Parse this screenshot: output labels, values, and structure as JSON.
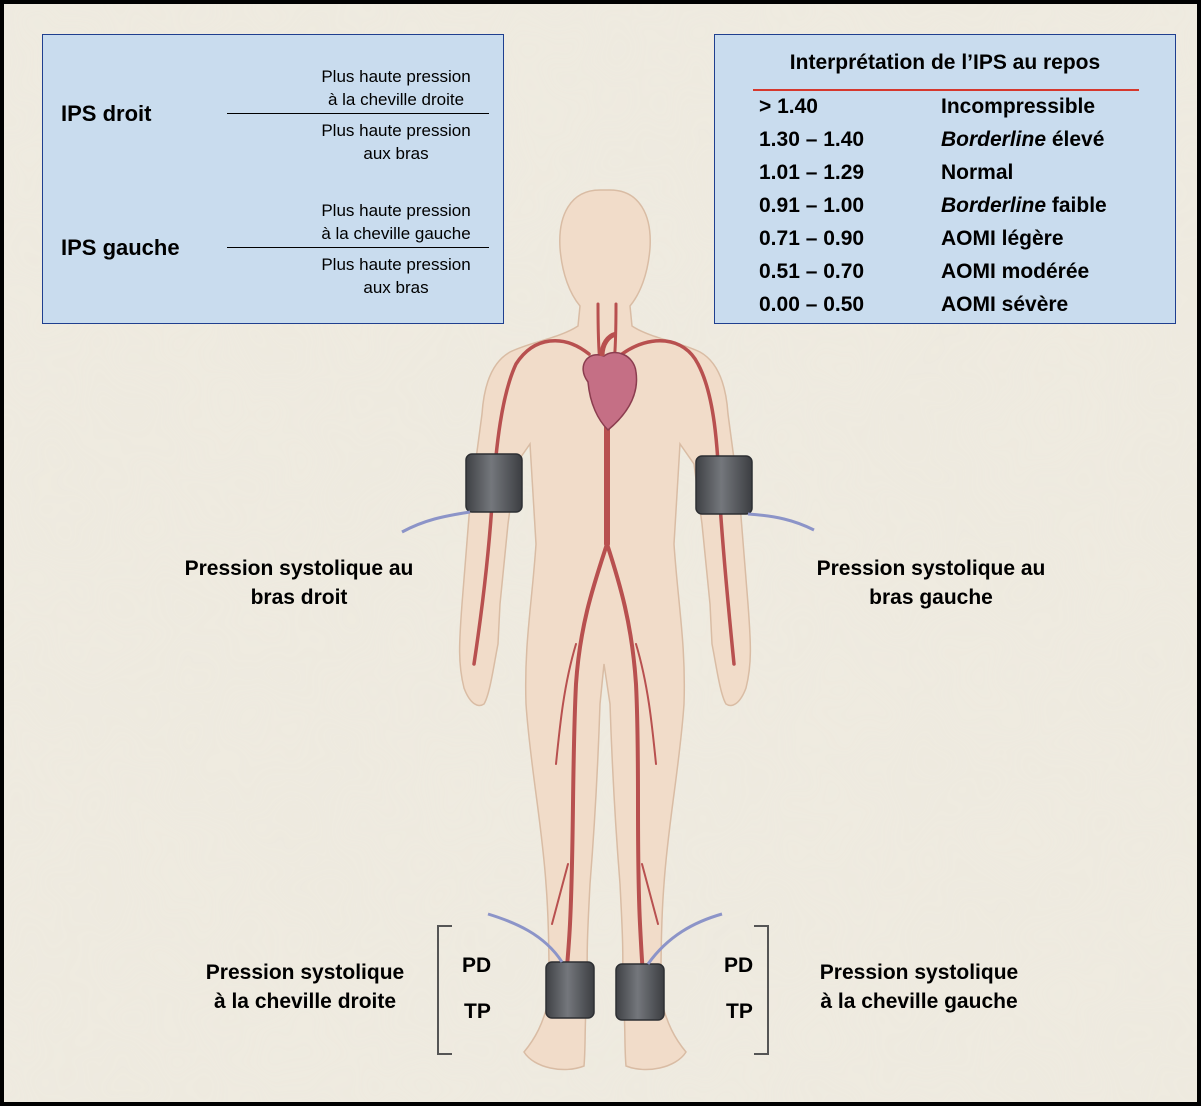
{
  "formula_box": {
    "right": {
      "label": "IPS droit",
      "numerator": [
        "Plus haute pression",
        "à la cheville droite"
      ],
      "denominator": [
        "Plus haute pression",
        "aux bras"
      ]
    },
    "left": {
      "label": "IPS gauche",
      "numerator": [
        "Plus haute pression",
        "à la cheville gauche"
      ],
      "denominator": [
        "Plus haute pression",
        "aux bras"
      ]
    }
  },
  "interpretation": {
    "title": "Interprétation de l’IPS au repos",
    "rows": [
      {
        "range": "> 1.40",
        "label": "Incompressible"
      },
      {
        "range": "1.30 – 1.40",
        "label_em": "Borderline",
        "label": " élevé"
      },
      {
        "range": "1.01 – 1.29",
        "label": "Normal"
      },
      {
        "range": "0.91 – 1.00",
        "label_em": "Borderline",
        "label": " faible"
      },
      {
        "range": "0.71 – 0.90",
        "label": "AOMI légère"
      },
      {
        "range": "0.51 – 0.70",
        "label": "AOMI modérée"
      },
      {
        "range": "0.00 – 0.50",
        "label": "AOMI sévère"
      }
    ]
  },
  "captions": {
    "arm_right": [
      "Pression systolique au",
      "bras droit"
    ],
    "arm_left": [
      "Pression systolique au",
      "bras gauche"
    ],
    "ankle_right": [
      "Pression systolique",
      "à la cheville droite"
    ],
    "ankle_left": [
      "Pression systolique",
      "à la cheville gauche"
    ]
  },
  "ankle_labels": {
    "right": {
      "top": "PD",
      "bottom": "TP"
    },
    "left": {
      "top": "PD",
      "bottom": "TP"
    }
  },
  "colors": {
    "box_fill": "#c9dcee",
    "box_border": "#1f3f8f",
    "title_rule": "#d6382d",
    "background": "#efebe0",
    "skin": "#f1dcc9",
    "artery": "#b8504f",
    "cuff": "#5d5f63",
    "tube": "#8c94c8"
  }
}
